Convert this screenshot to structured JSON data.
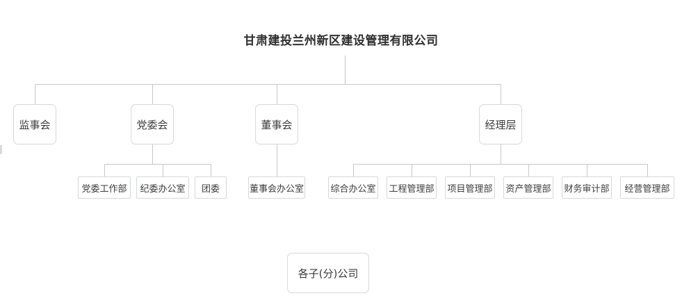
{
  "title": "甘肃建投兰州新区建设管理有限公司",
  "colors": {
    "box_border": "#d6d8da",
    "connector": "#c5c7ca",
    "text": "#3c3c3c",
    "title_text": "#2f2f2f",
    "background": "#ffffff"
  },
  "chart_data": {
    "type": "diagram",
    "diagram_type": "organization-chart",
    "root": "甘肃建投兰州新区建设管理有限公司",
    "levels": [
      {
        "level": 1,
        "nodes": [
          "甘肃建投兰州新区建设管理有限公司"
        ]
      },
      {
        "level": 2,
        "nodes": [
          "监事会",
          "党委会",
          "董事会",
          "经理层"
        ]
      },
      {
        "level": 3,
        "nodes": [
          "党委工作部",
          "纪委办公室",
          "团委",
          "董事会办公室",
          "综合办公室",
          "工程管理部",
          "项目管理部",
          "资产管理部",
          "财务审计部",
          "经营管理部"
        ]
      }
    ],
    "detached_nodes": [
      "各子(分)公司"
    ]
  },
  "level2": [
    {
      "label": "监事会",
      "children": []
    },
    {
      "label": "党委会",
      "children": [
        "党委工作部",
        "纪委办公室",
        "团委"
      ]
    },
    {
      "label": "董事会",
      "children": [
        "董事会办公室"
      ]
    },
    {
      "label": "经理层",
      "children": [
        "综合办公室",
        "工程管理部",
        "项目管理部",
        "资产管理部",
        "财务审计部",
        "经营管理部"
      ]
    }
  ],
  "level3": {
    "party": [
      "党委工作部",
      "纪委办公室",
      "团委"
    ],
    "board": [
      "董事会办公室"
    ],
    "management": [
      "综合办公室",
      "工程管理部",
      "项目管理部",
      "资产管理部",
      "财务审计部",
      "经营管理部"
    ]
  },
  "subsidiary": {
    "label": "各子(分)公司"
  }
}
